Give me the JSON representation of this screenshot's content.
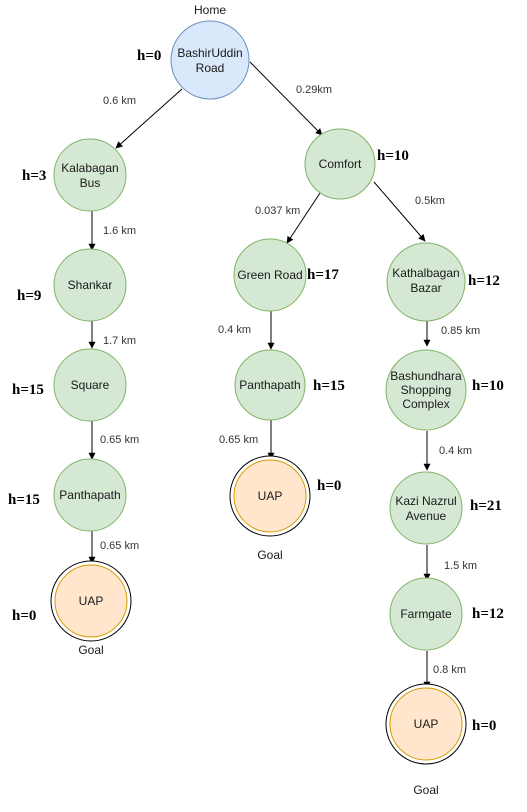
{
  "colors": {
    "home_fill": "#dae8fc",
    "home_stroke": "#6c8ebf",
    "node_fill": "#d5e8d4",
    "node_stroke": "#82b366",
    "goal_fill": "#ffe6cc",
    "goal_stroke": "#d79b00",
    "edge": "#000000"
  },
  "nodes": {
    "home": {
      "line1": "BashirUddin",
      "line2": "Road",
      "h": "h=0",
      "caption": "Home"
    },
    "kalabagan_bus": {
      "line1": "Kalabagan",
      "line2": "Bus",
      "h": "h=3"
    },
    "shankar": {
      "line1": "Shankar",
      "h": "h=9"
    },
    "square": {
      "line1": "Square",
      "h": "h=15"
    },
    "panthapath_left": {
      "line1": "Panthapath",
      "h": "h=15"
    },
    "uap_left": {
      "line1": "UAP",
      "h": "h=0",
      "caption": "Goal"
    },
    "comfort": {
      "line1": "Comfort",
      "h": "h=10"
    },
    "green_road": {
      "line1": "Green Road",
      "h": "h=17"
    },
    "panthapath_mid": {
      "line1": "Panthapath",
      "h": "h=15"
    },
    "uap_mid": {
      "line1": "UAP",
      "h": "h=0",
      "caption": "Goal"
    },
    "kathalbagan_bazar": {
      "line1": "Kathalbagan",
      "line2": "Bazar",
      "h": "h=12"
    },
    "bashundhara": {
      "line1": "Bashundhara",
      "line2": "Shopping",
      "line3": "Complex",
      "h": "h=10"
    },
    "kazi_nazrul": {
      "line1": "Kazi Nazrul",
      "line2": "Avenue",
      "h": "h=21"
    },
    "farmgate": {
      "line1": "Farmgate",
      "h": "h=12"
    },
    "uap_right": {
      "line1": "UAP",
      "h": "h=0",
      "caption": "Goal"
    }
  },
  "edges": {
    "home_kalabagan": "0.6 km",
    "home_comfort": "0.29km",
    "kalabagan_shankar": "1.6 km",
    "shankar_square": "1.7 km",
    "square_panthapath": "0.65 km",
    "panthapath_uap_left": "0.65 km",
    "comfort_greenroad": "0.037 km",
    "comfort_kathalbagan": "0.5km",
    "greenroad_panthapath": "0.4 km",
    "panthapath_uap_mid": "0.65 km",
    "kathalbagan_bashundhara": "0.85 km",
    "bashundhara_kazi": "0.4 km",
    "kazi_farmgate": "1.5 km",
    "farmgate_uap_right": "0.8 km"
  }
}
